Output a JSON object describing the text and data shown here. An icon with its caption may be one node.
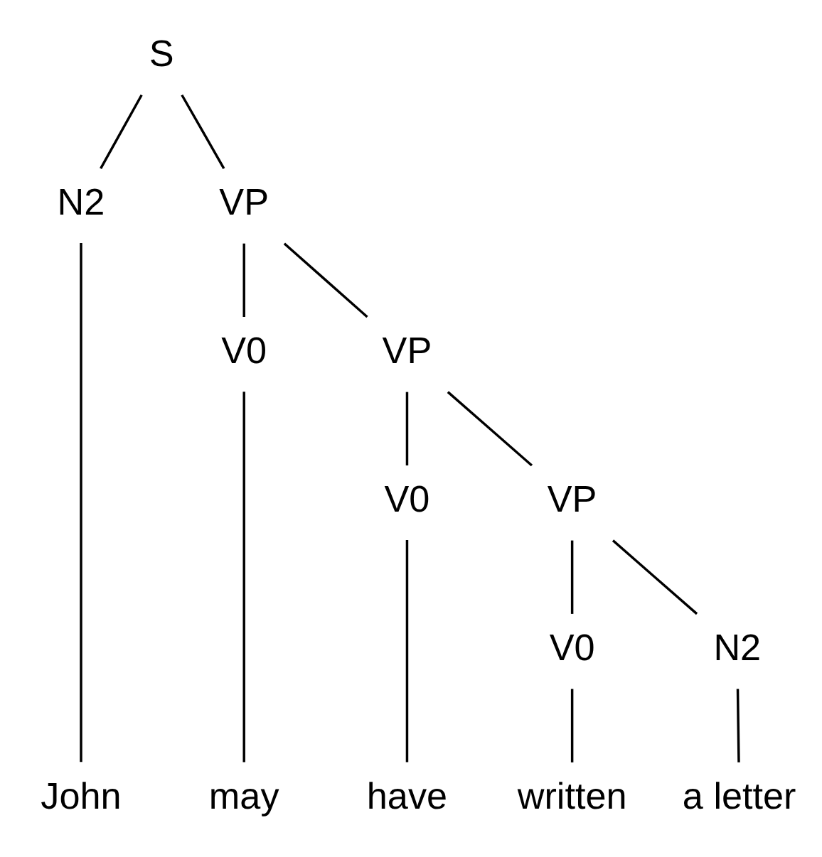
{
  "diagram": {
    "nodes": [
      {
        "text": [
          "S"
        ]
      },
      {
        "text": [
          "N2"
        ]
      },
      {
        "text": [
          "VP"
        ]
      },
      {
        "text": [
          "V0"
        ]
      },
      {
        "text": [
          "VP"
        ]
      },
      {
        "text": [
          "V0"
        ]
      },
      {
        "text": [
          "VP"
        ]
      },
      {
        "text": [
          "V0"
        ]
      },
      {
        "text": [
          "N2"
        ]
      },
      {
        "text": [
          "John"
        ]
      },
      {
        "text": [
          "may"
        ]
      },
      {
        "text": [
          "have"
        ]
      },
      {
        "text": [
          "written"
        ]
      },
      {
        "text": [
          "a letter"
        ]
      }
    ],
    "edges": [
      {
        "from": 0,
        "to": 1,
        "arrow": "none"
      },
      {
        "from": 0,
        "to": 2,
        "arrow": "none"
      },
      {
        "from": 1,
        "to": 9,
        "arrow": "none"
      },
      {
        "from": 2,
        "to": 3,
        "arrow": "none"
      },
      {
        "from": 2,
        "to": 4,
        "arrow": "none"
      },
      {
        "from": 3,
        "to": 10,
        "arrow": "none"
      },
      {
        "from": 4,
        "to": 5,
        "arrow": "none"
      },
      {
        "from": 4,
        "to": 6,
        "arrow": "none"
      },
      {
        "from": 5,
        "to": 11,
        "arrow": "none"
      },
      {
        "from": 6,
        "to": 7,
        "arrow": "none"
      },
      {
        "from": 6,
        "to": 8,
        "arrow": "none"
      },
      {
        "from": 7,
        "to": 12,
        "arrow": "none"
      },
      {
        "from": 8,
        "to": 13,
        "arrow": "none"
      }
    ]
  }
}
